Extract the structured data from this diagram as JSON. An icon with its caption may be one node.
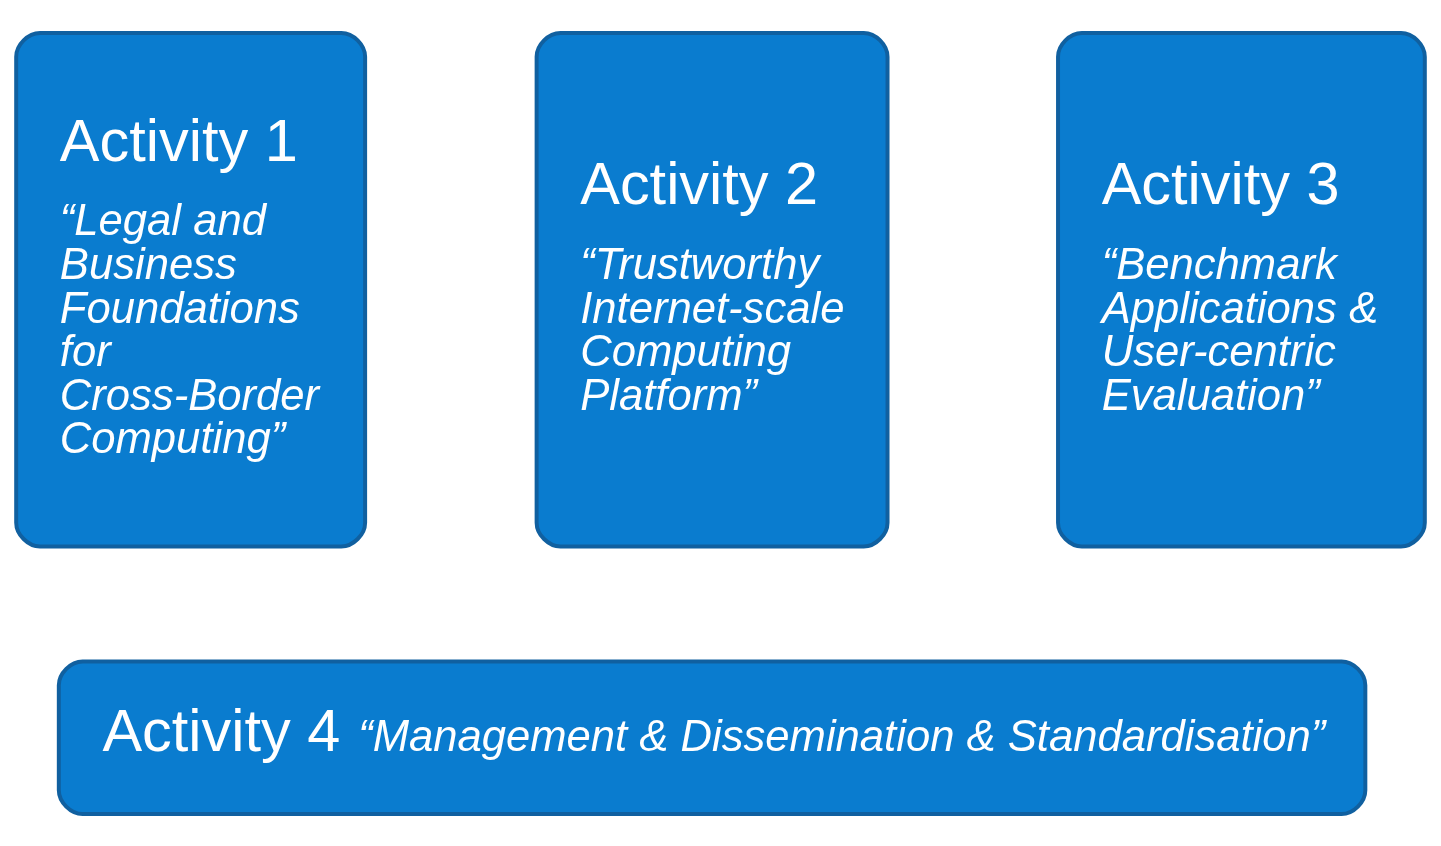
{
  "diagram": {
    "nodes": [
      {
        "text": [
          "Activity 1",
          "“Legal and Business Foundations for Cross-Border Computing”"
        ]
      },
      {
        "text": [
          "Activity 2",
          "“Trustworthy Internet-scale Computing Platform”"
        ]
      },
      {
        "text": [
          "Activity 3",
          "“Benchmark Applications & User-centric Evaluation”"
        ]
      },
      {
        "text": [
          "Activity 4",
          "“Management & Dissemination & Standardisation”"
        ]
      }
    ]
  }
}
